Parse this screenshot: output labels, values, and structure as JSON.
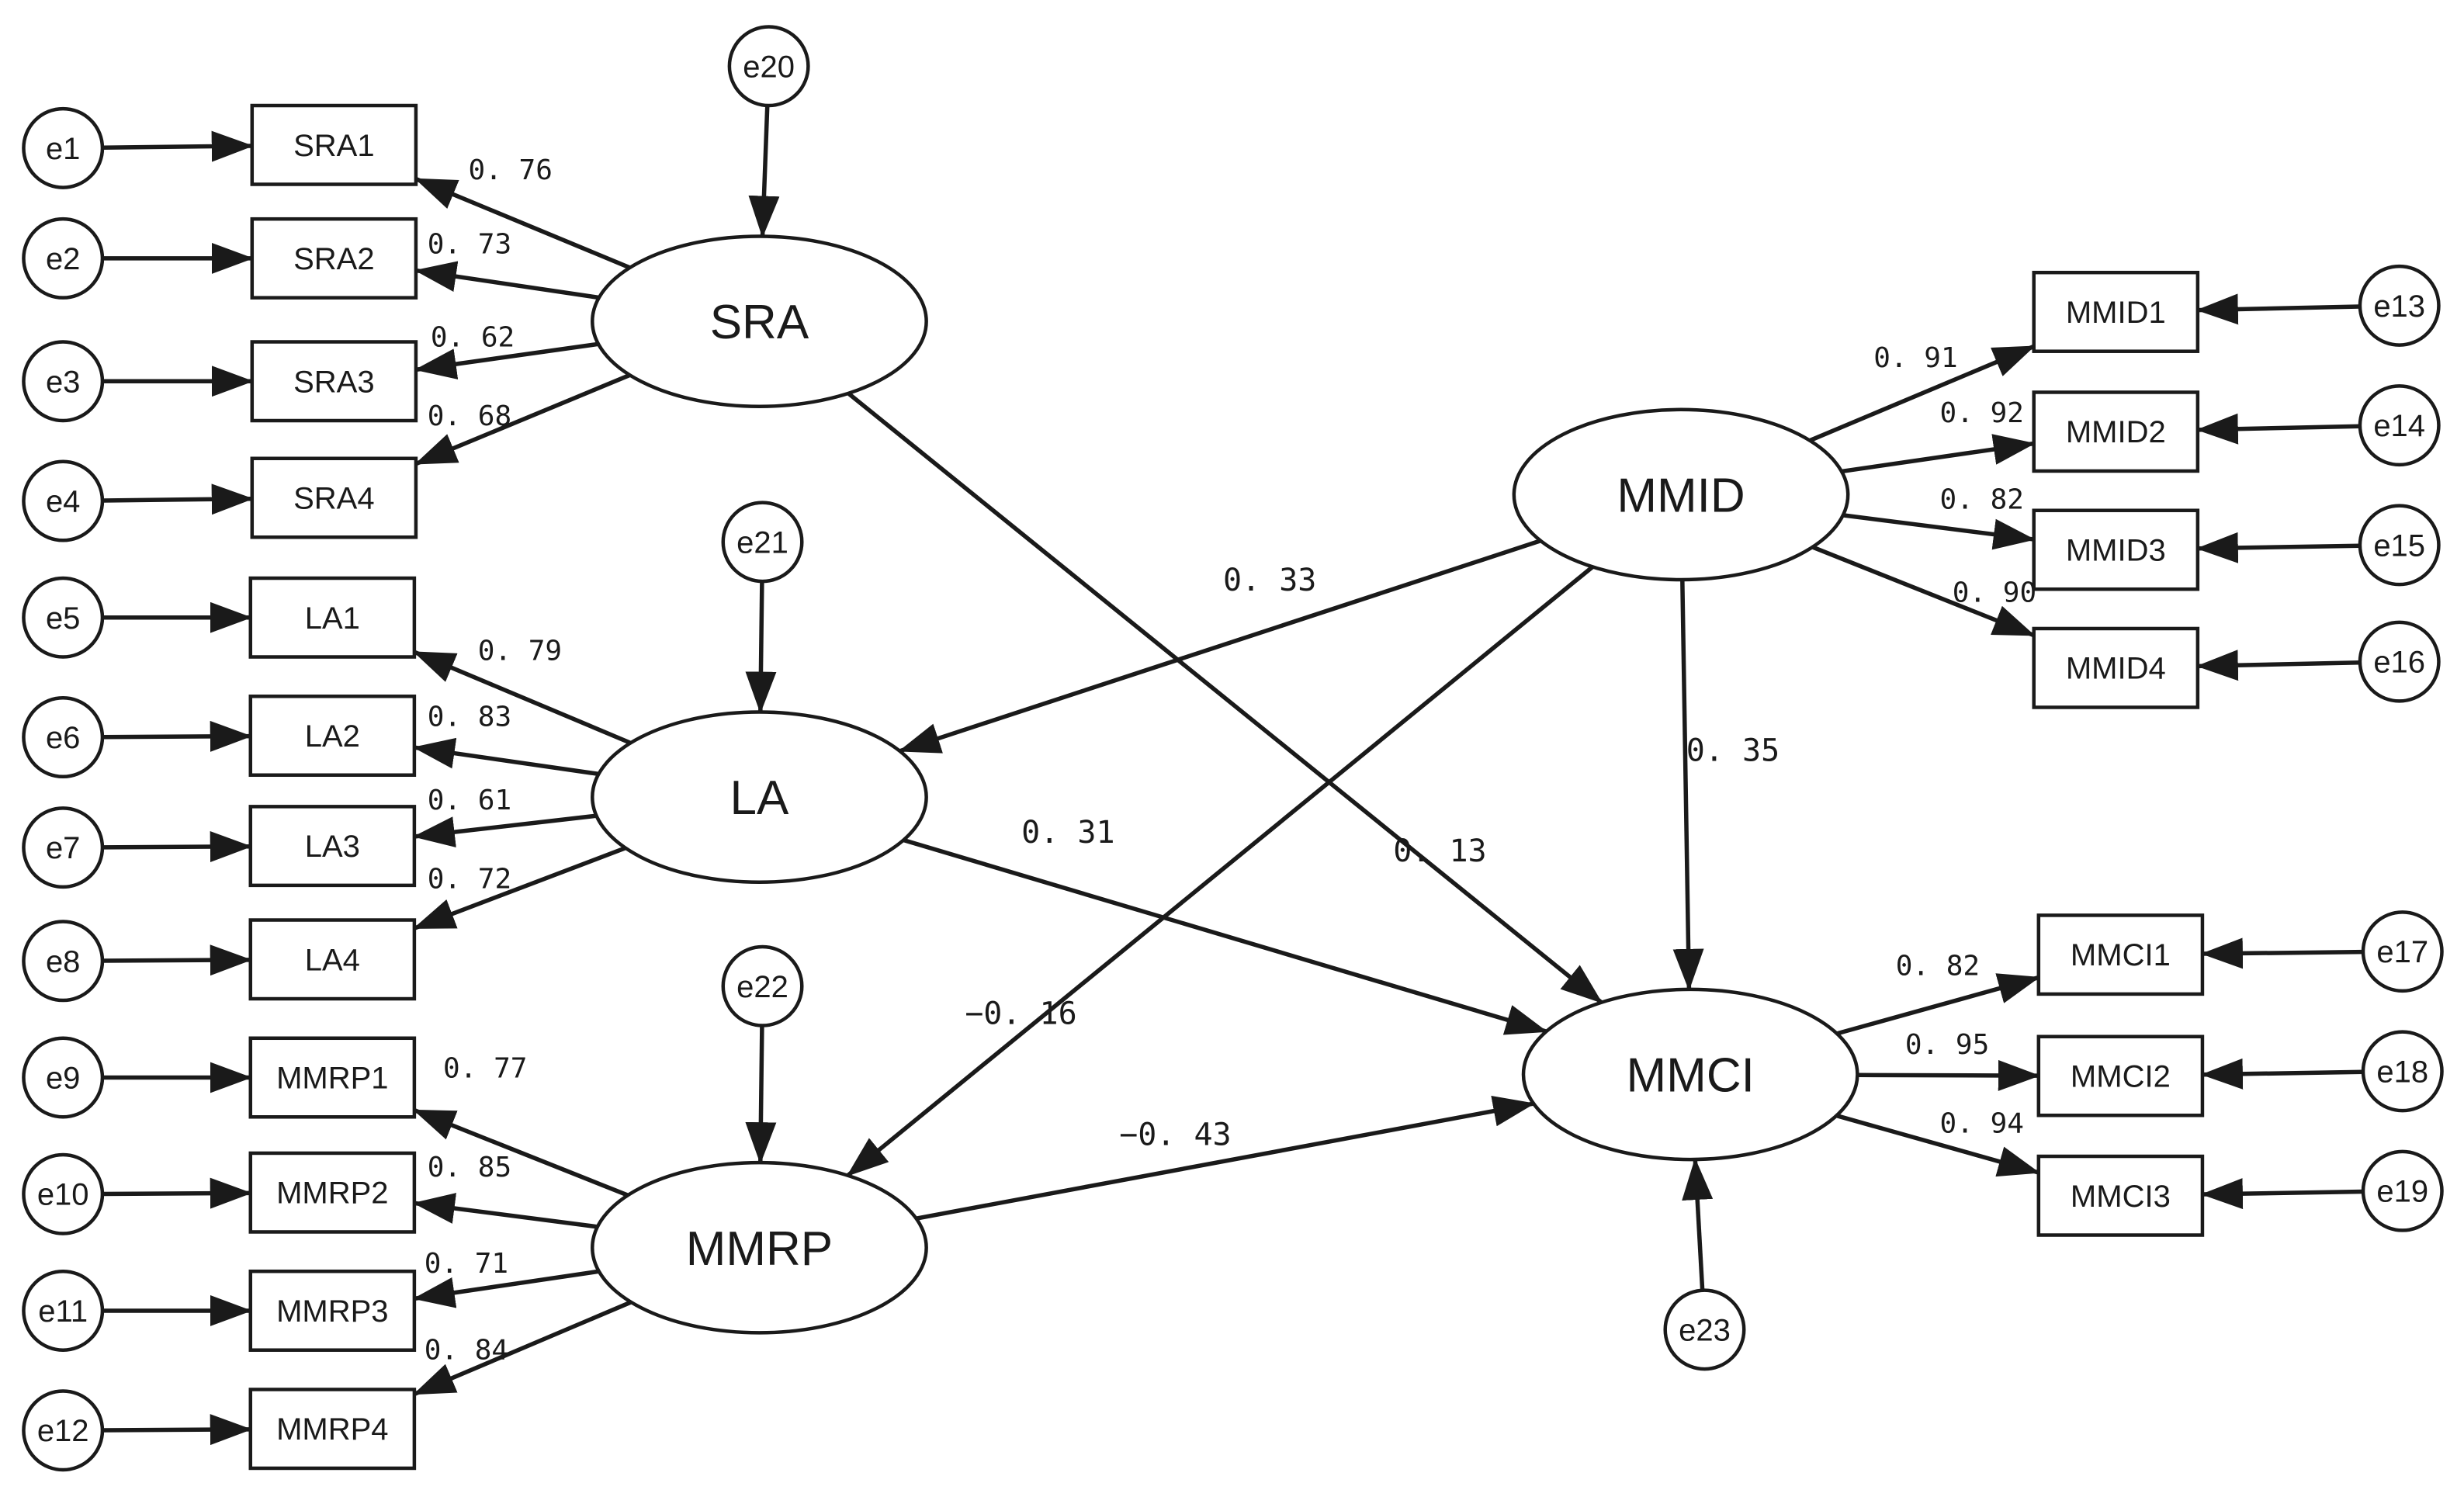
{
  "errors": {
    "e1": "e1",
    "e2": "e2",
    "e3": "e3",
    "e4": "e4",
    "e5": "e5",
    "e6": "e6",
    "e7": "e7",
    "e8": "e8",
    "e9": "e9",
    "e10": "e10",
    "e11": "e11",
    "e12": "e12",
    "e13": "e13",
    "e14": "e14",
    "e15": "e15",
    "e16": "e16",
    "e17": "e17",
    "e18": "e18",
    "e19": "e19",
    "e20": "e20",
    "e21": "e21",
    "e22": "e22",
    "e23": "e23"
  },
  "indicators": {
    "SRA1": "SRA1",
    "SRA2": "SRA2",
    "SRA3": "SRA3",
    "SRA4": "SRA4",
    "LA1": "LA1",
    "LA2": "LA2",
    "LA3": "LA3",
    "LA4": "LA4",
    "MMRP1": "MMRP1",
    "MMRP2": "MMRP2",
    "MMRP3": "MMRP3",
    "MMRP4": "MMRP4",
    "MMID1": "MMID1",
    "MMID2": "MMID2",
    "MMID3": "MMID3",
    "MMID4": "MMID4",
    "MMCI1": "MMCI1",
    "MMCI2": "MMCI2",
    "MMCI3": "MMCI3"
  },
  "latents": {
    "SRA": "SRA",
    "LA": "LA",
    "MMRP": "MMRP",
    "MMID": "MMID",
    "MMCI": "MMCI"
  },
  "loadings": {
    "SRA1": "0. 76",
    "SRA2": "0. 73",
    "SRA3": "0. 62",
    "SRA4": "0. 68",
    "LA1": "0. 79",
    "LA2": "0. 83",
    "LA3": "0. 61",
    "LA4": "0. 72",
    "MMRP1": "0. 77",
    "MMRP2": "0. 85",
    "MMRP3": "0. 71",
    "MMRP4": "0. 84",
    "MMID1": "0. 91",
    "MMID2": "0. 92",
    "MMID3": "0. 82",
    "MMID4": "0. 90",
    "MMCI1": "0. 82",
    "MMCI2": "0. 95",
    "MMCI3": "0. 94"
  },
  "paths": {
    "MMID_LA": "0. 33",
    "MMID_MMCI": "0. 35",
    "LA_MMCI": "0. 31",
    "SRA_MMCI": "0. 13",
    "MMID_MMRP": "−0. 16",
    "MMRP_MMCI": "−0. 43"
  }
}
